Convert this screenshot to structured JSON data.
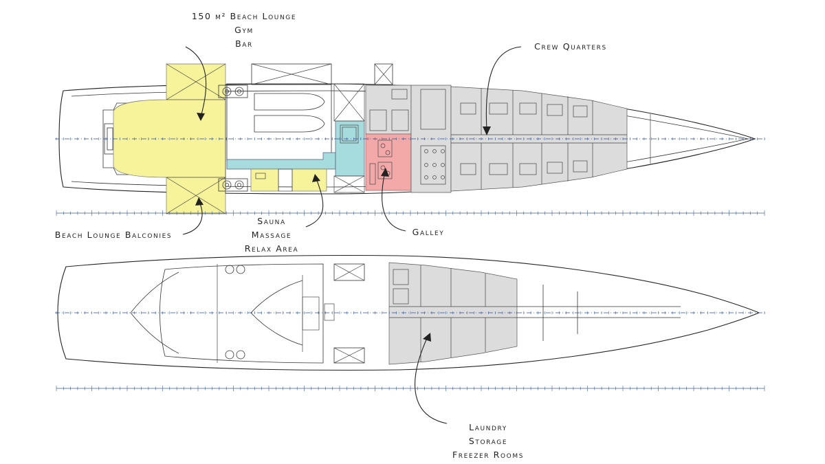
{
  "labels": {
    "beach_lounge": {
      "line1": "150 m² Beach Lounge",
      "line2": "Gym",
      "line3": "Bar"
    },
    "crew_quarters": "Crew Quarters",
    "beach_lounge_balconies": "Beach Lounge Balconies",
    "sauna_group": {
      "line1": "Sauna",
      "line2": "Massage",
      "line3": "Relax Area"
    },
    "galley": "Galley",
    "laundry_group": {
      "line1": "Laundry",
      "line2": "Storage",
      "line3": "Freezer Rooms"
    }
  },
  "colors": {
    "beach_lounge_zone": "#f7f39a",
    "spa_zone": "#a7dcdf",
    "galley_zone": "#f4a9a9",
    "crew_zone": "#dcdcdc",
    "scale_rule": "#3a5b9a"
  }
}
